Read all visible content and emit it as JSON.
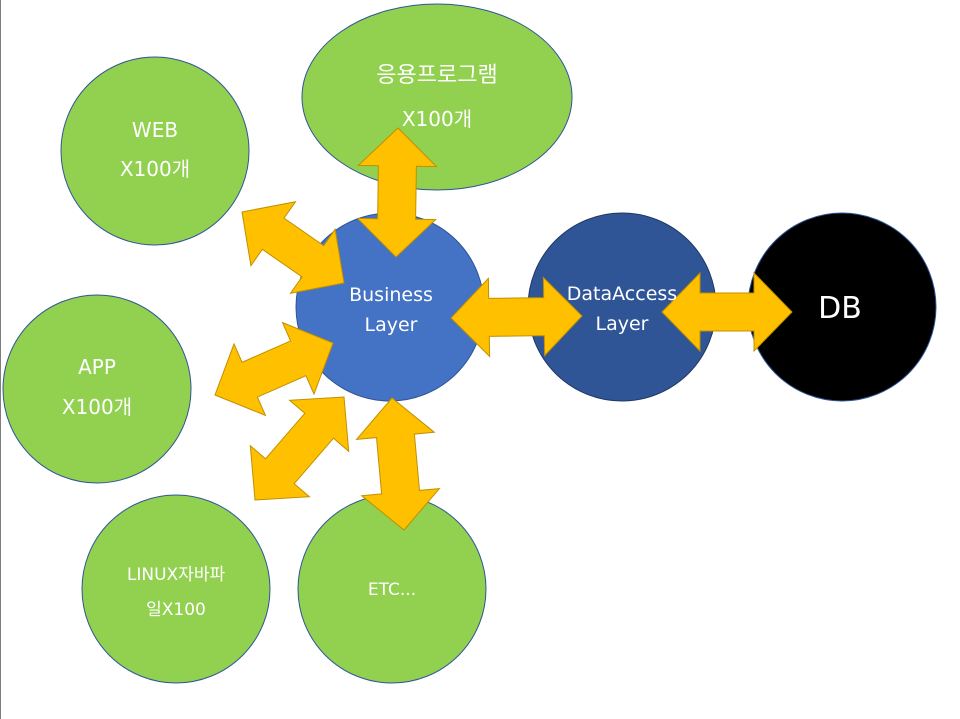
{
  "nodes": {
    "app_program": {
      "line1": "응용프로그램",
      "line2": "X100개"
    },
    "web": {
      "line1": "WEB",
      "line2": "X100개"
    },
    "app": {
      "line1": "APP",
      "line2": "X100개"
    },
    "linux": {
      "line1": "LINUX자바파",
      "line2": "일X100"
    },
    "etc": {
      "line1": "ETC..."
    },
    "business": {
      "line1": "Business",
      "line2": "Layer"
    },
    "data_access": {
      "line1": "DataAccess",
      "line2": "Layer"
    },
    "db": {
      "line1": "DB"
    }
  },
  "colors": {
    "client_fill": "#92d050",
    "business_fill": "#4472c4",
    "data_access_fill": "#2f5597",
    "db_fill": "#000000",
    "arrow_fill": "#ffc000",
    "arrow_stroke": "#c09000",
    "circle_stroke": "#2f5597"
  }
}
